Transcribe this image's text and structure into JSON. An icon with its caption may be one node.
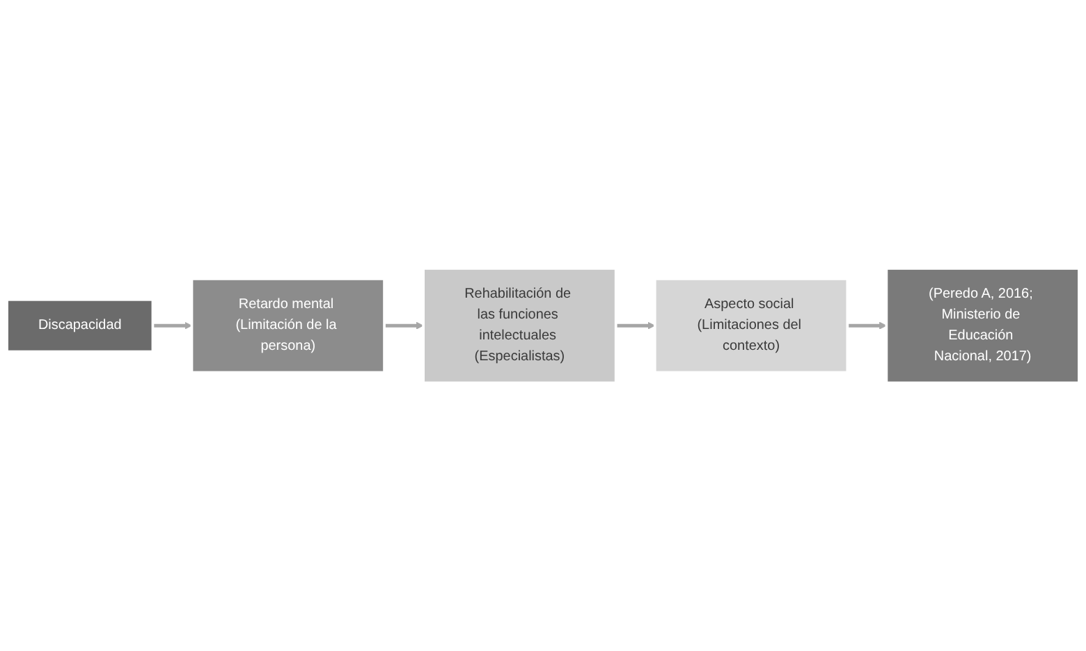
{
  "diagram": {
    "nodes": [
      {
        "text": [
          "Discapacidad"
        ]
      },
      {
        "text": [
          "Retardo mental (Limitación de la persona)"
        ]
      },
      {
        "text": [
          "Rehabilitación de las funciones intelectuales (Especialistas)"
        ]
      },
      {
        "text": [
          "Aspecto social (Limitaciones del contexto)"
        ]
      },
      {
        "text": [
          "(Peredo A, 2016; Ministerio de Educación Nacional, 2017)"
        ]
      }
    ],
    "edges": [
      {
        "from": 0,
        "to": 1,
        "arrow": "to"
      },
      {
        "from": 1,
        "to": 2,
        "arrow": "to"
      },
      {
        "from": 2,
        "to": 3,
        "arrow": "to"
      },
      {
        "from": 3,
        "to": 4,
        "arrow": "to"
      }
    ]
  }
}
